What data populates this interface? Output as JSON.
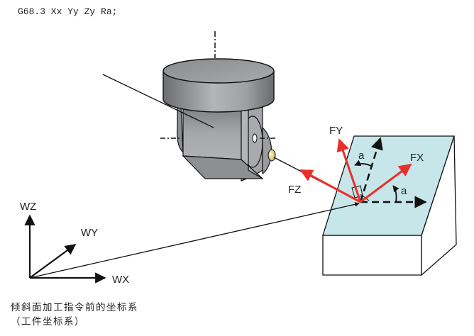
{
  "command": "G68.3 Xx Yy Zy Ra;",
  "workpiece_axes": {
    "z_label": "WZ",
    "y_label": "WY",
    "x_label": "WX"
  },
  "feature_axes": {
    "x_label": "FX",
    "y_label": "FY",
    "z_label": "FZ",
    "angle_label_x": "a",
    "angle_label_y": "a"
  },
  "caption": {
    "line1": "倾斜面加工指令前的坐标系",
    "line2": "（工件坐标系）"
  },
  "colors": {
    "feature_axis": "#e8302a",
    "inclined_surface": "#c6e6ea",
    "head_gray": "#9a9b9e"
  }
}
